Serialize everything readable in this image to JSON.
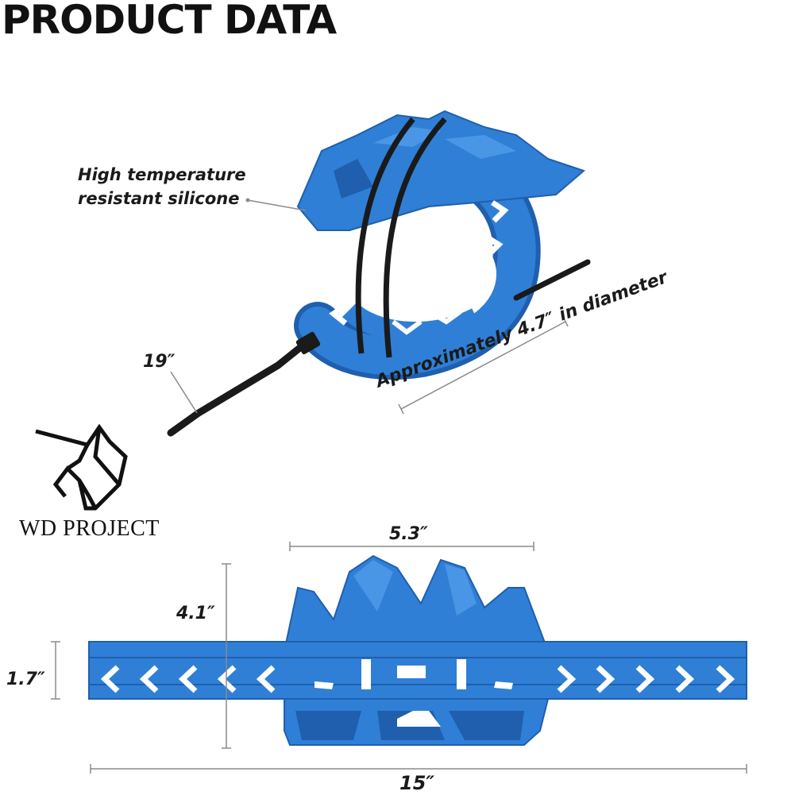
{
  "title": "PRODUCT DATA",
  "callout_material_line1": "High temperature",
  "callout_material_line2": "resistant silicone",
  "cable_tie_length": "19″",
  "diameter_note": "Approximately 4.7″ in diameter",
  "width_dimension": "5.3″",
  "height_dimension": "4.1″",
  "band_width_dimension": "1.7″",
  "total_length_dimension": "15″",
  "brand_name": "WD PROJECT",
  "logo_icon": "unicorn-head-icon",
  "colors": {
    "product_blue": "#2f7fd6",
    "product_blue_dark": "#1f5fae",
    "cable_tie": "#1a1a1a",
    "dimension_line": "#8a8a8a"
  }
}
